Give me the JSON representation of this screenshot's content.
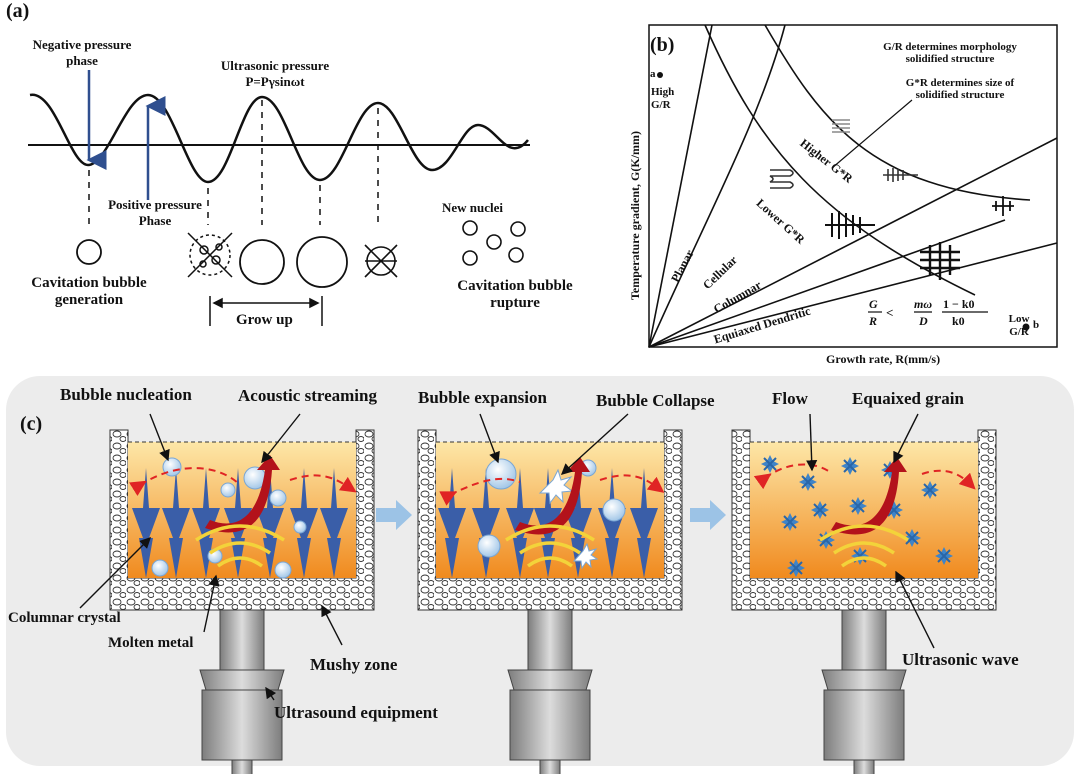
{
  "panel_a": {
    "label": "(a)",
    "negative_pressure": [
      "Negative pressure",
      "phase"
    ],
    "ultrasonic_pressure": [
      "Ultrasonic pressure",
      "P=Pγsinωt"
    ],
    "positive_pressure": [
      "Positive pressure",
      "Phase"
    ],
    "new_nuclei": "New nuclei",
    "bubble_generation": [
      "Cavitation bubble",
      "generation"
    ],
    "grow_up": "Grow up",
    "bubble_rupture": [
      "Cavitation bubble",
      "rupture"
    ]
  },
  "panel_b": {
    "label": "(b)",
    "gr_morphology": [
      "G/R determines morphology",
      "solidified structure"
    ],
    "gxr_size": [
      "G*R determines size of",
      "solidified structure"
    ],
    "point_a": "a",
    "high_gr": [
      "High",
      "G/R"
    ],
    "higher_gxr": "Higher G*R",
    "lower_gxr": "Lower G*R",
    "planar": "Planar",
    "cellular": "Cellular",
    "columnar": "Columnar",
    "equiaxed_dendritic": "Equiaxed Dendritic",
    "formula": {
      "g": "G",
      "r": "R",
      "lt": "<",
      "m_omega": "mω",
      "d": "D",
      "num": "1 − k0",
      "den": "k0"
    },
    "low_gr": [
      "Low",
      "G/R"
    ],
    "point_b": "b",
    "y_axis": "Temperature gradient, G(K/mm)",
    "x_axis": "Growth rate, R(mm/s)"
  },
  "panel_c": {
    "label": "(c)",
    "bubble_nucleation": "Bubble nucleation",
    "acoustic_streaming": "Acoustic streaming",
    "bubble_expansion": "Bubble expansion",
    "bubble_collapse": "Bubble Collapse",
    "flow": "Flow",
    "equiaxed_grain": "Equaixed grain",
    "columnar_crystal": "Columnar crystal",
    "molten_metal": "Molten metal",
    "mushy_zone": "Mushy zone",
    "ultrasound_equipment": "Ultrasound equipment",
    "ultrasonic_wave": "Ultrasonic wave"
  },
  "colors": {
    "sine_wave": "#111111",
    "pressure_arrow": "#2f4f8f",
    "melt_top": "#fde7a8",
    "melt_bottom": "#f08a1e",
    "dendrite": "#3a5ea8",
    "streaming_arrow": "#b3121b",
    "flow_arrow": "#e02424",
    "wave": "#f3d33a",
    "grain": "#3f84c8",
    "panel_c_bg": "#ececec"
  }
}
